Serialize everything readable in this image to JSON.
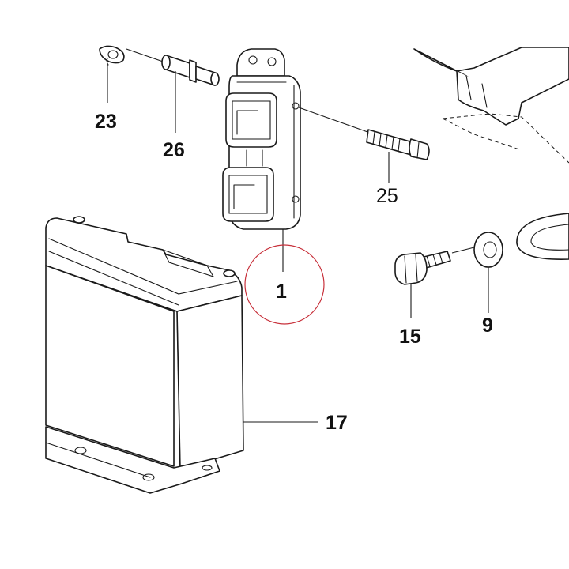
{
  "diagram": {
    "highlight_color": "#c8323c",
    "line_color": "#1a1a1a",
    "callouts": {
      "c23": "23",
      "c26": "26",
      "c25": "25",
      "c1": "1",
      "c15": "15",
      "c9": "9",
      "c17": "17"
    },
    "highlighted_part": "1"
  }
}
